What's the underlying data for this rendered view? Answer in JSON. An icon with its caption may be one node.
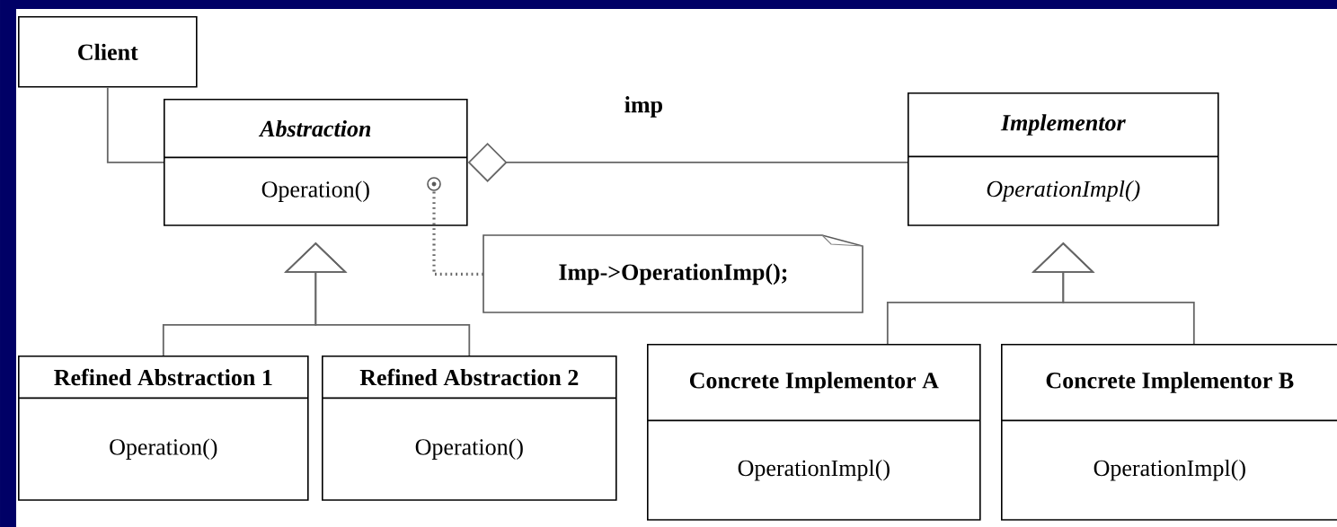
{
  "diagram": {
    "nodes": [
      {
        "text": [
          "Client"
        ]
      },
      {
        "text": [
          "Abstraction",
          "Operation()"
        ]
      },
      {
        "text": [
          "Implementor",
          "OperationImpl()"
        ]
      },
      {
        "text": [
          "Imp->OperationImp();"
        ]
      },
      {
        "text": [
          "Refined Abstraction 1",
          "Operation()"
        ]
      },
      {
        "text": [
          "Refined Abstraction 2",
          "Operation()"
        ]
      },
      {
        "text": [
          "Concrete Implementor A",
          "OperationImpl()"
        ]
      },
      {
        "text": [
          "Concrete Implementor B",
          "OperationImpl()"
        ]
      },
      {
        "text": [],
        "shape": "circle",
        "in": 1
      }
    ],
    "edges": [
      {
        "from": 0,
        "to": 1,
        "arrow": "none"
      },
      {
        "from": 1,
        "to": 2,
        "arrow": "other",
        "label": "imp"
      },
      {
        "from": 3,
        "to": 8,
        "arrow": "none",
        "style": "dashed"
      },
      {
        "from": 4,
        "to": 1,
        "arrow": "to"
      },
      {
        "from": 5,
        "to": 1,
        "arrow": "to"
      },
      {
        "from": 6,
        "to": 2,
        "arrow": "to"
      },
      {
        "from": 7,
        "to": 2,
        "arrow": "to"
      }
    ]
  }
}
